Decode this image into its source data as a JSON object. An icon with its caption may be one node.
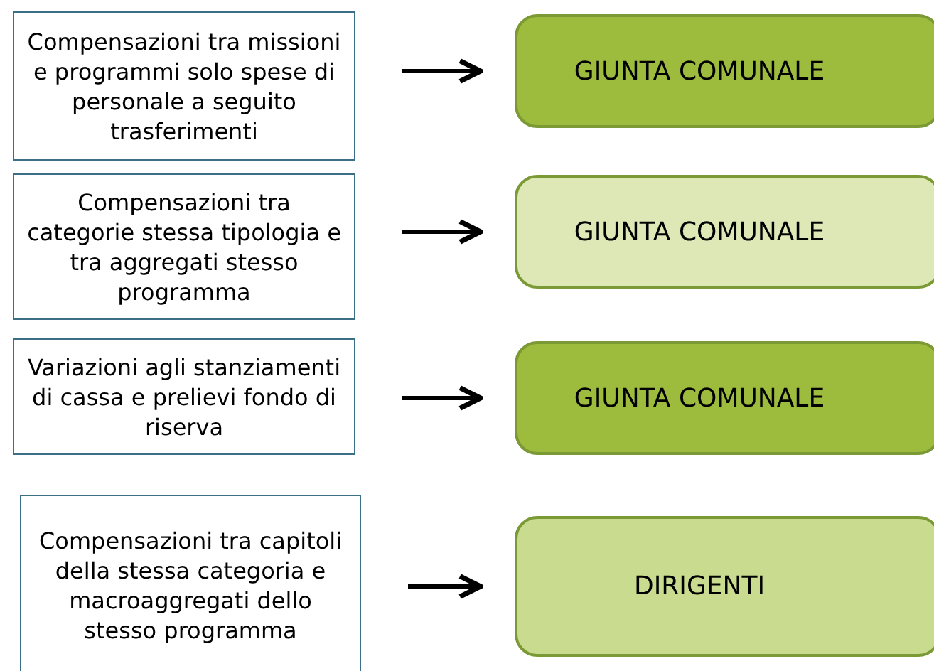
{
  "diagram": {
    "nodes": [
      {
        "text": [
          "Compensazioni tra missioni e programmi solo spese di personale a seguito trasferimenti"
        ]
      },
      {
        "text": [
          "GIUNTA COMUNALE"
        ]
      },
      {
        "text": [
          "Compensazioni tra categorie stessa tipologia e tra aggregati stesso programma"
        ]
      },
      {
        "text": [
          "GIUNTA COMUNALE"
        ]
      },
      {
        "text": [
          "Variazioni agli stanziamenti di cassa e prelievi fondo di riserva"
        ]
      },
      {
        "text": [
          "GIUNTA COMUNALE"
        ]
      },
      {
        "text": [
          "Compensazioni tra capitoli della stessa categoria e macroaggregati dello stesso programma"
        ]
      },
      {
        "text": [
          "DIRIGENTI"
        ]
      }
    ],
    "edges": [
      {
        "from": 0,
        "to": 1,
        "arrow": "to"
      },
      {
        "from": 2,
        "to": 3,
        "arrow": "to"
      },
      {
        "from": 4,
        "to": 5,
        "arrow": "to"
      },
      {
        "from": 6,
        "to": 7,
        "arrow": "to"
      }
    ]
  }
}
